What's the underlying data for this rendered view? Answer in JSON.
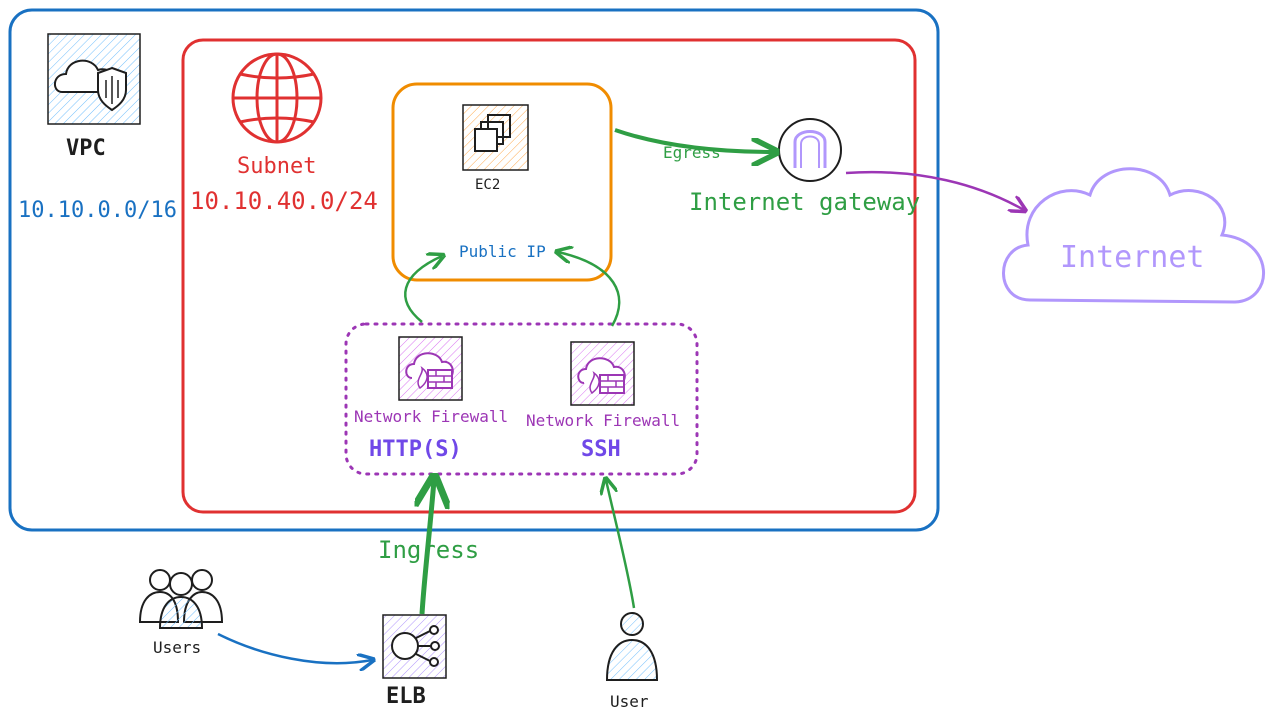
{
  "colors": {
    "vpc_border": "#1971c2",
    "subnet_border": "#e03131",
    "ec2_border": "#f08c00",
    "ingress_egress": "#2f9e44",
    "internet_path": "#9c36b5",
    "firewall_group": "#9c36b5",
    "users_path": "#1971c2",
    "internet_cloud": "#b197fc"
  },
  "icons": [
    "vpc-icon",
    "globe-icon",
    "ec2-icon",
    "internet-gateway-icon",
    "internet-cloud-icon",
    "network-firewall-icon",
    "network-firewall-icon",
    "users-icon",
    "elb-icon",
    "user-icon"
  ],
  "vpc": {
    "title": "VPC",
    "cidr": "10.10.0.0/16"
  },
  "subnet": {
    "title": "Subnet",
    "cidr": "10.10.40.0/24"
  },
  "ec2": {
    "label": "EC2",
    "public_ip": "Public IP"
  },
  "egress_label": "Egress",
  "internet_gateway": {
    "label": "Internet gateway"
  },
  "internet": {
    "label": "Internet"
  },
  "firewalls": [
    {
      "label": "Network Firewall",
      "protocol": "HTTP(S)"
    },
    {
      "label": "Network Firewall",
      "protocol": "SSH"
    }
  ],
  "ingress_label": "Ingress",
  "users": {
    "label": "Users"
  },
  "elb": {
    "label": "ELB"
  },
  "user": {
    "label": "User"
  }
}
